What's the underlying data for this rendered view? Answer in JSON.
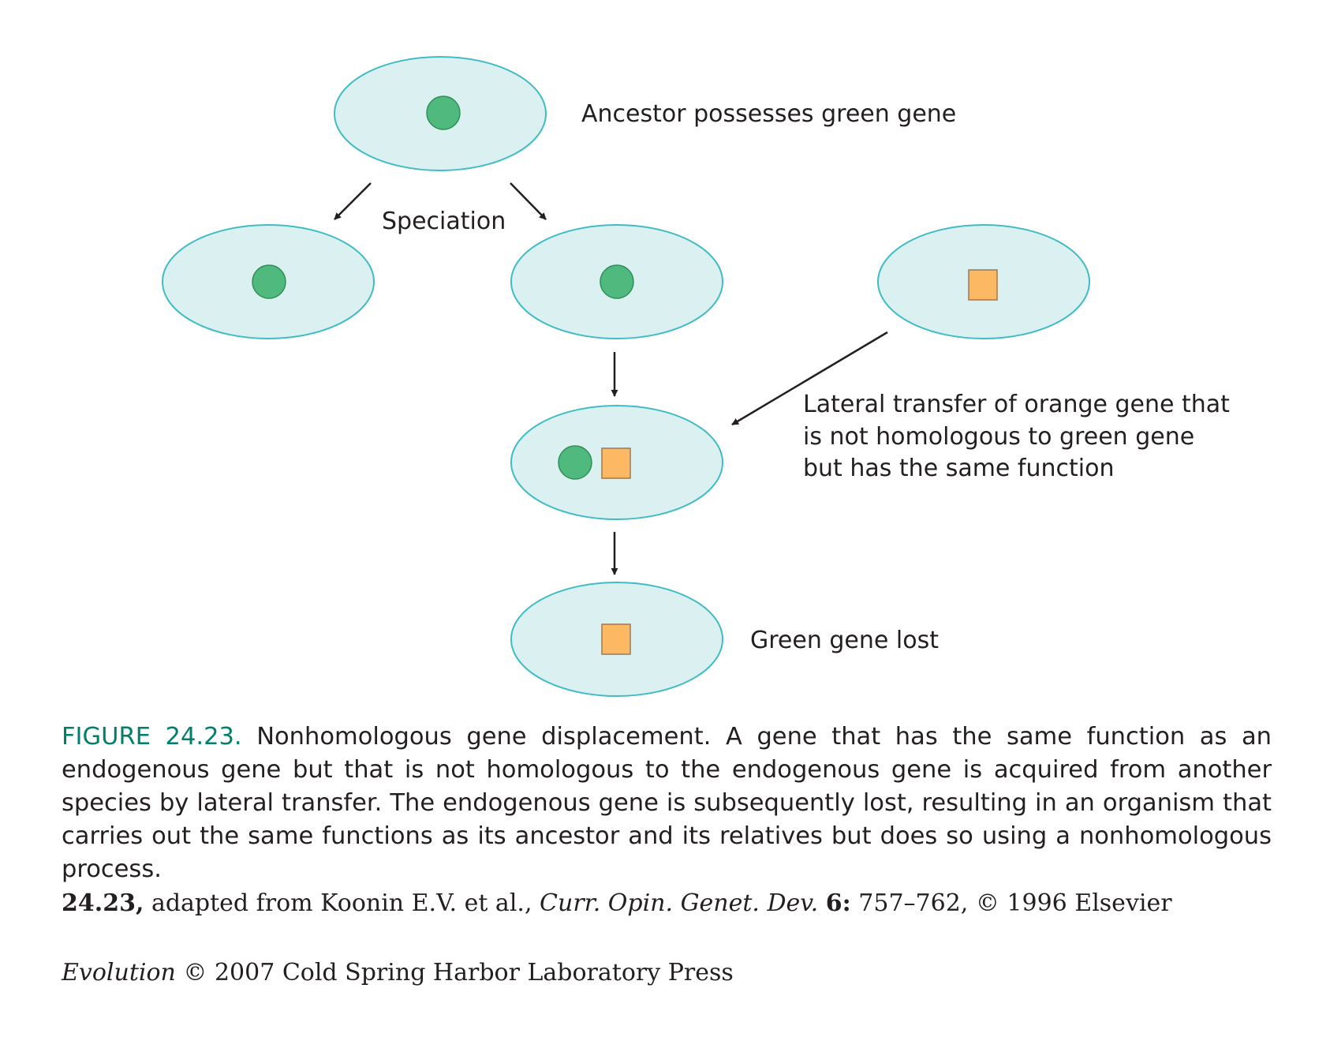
{
  "diagram": {
    "labels": {
      "ancestor": "Ancestor possesses green gene",
      "speciation": "Speciation",
      "lateral_line1": "Lateral transfer of orange gene that",
      "lateral_line2": "is not homologous to green gene",
      "lateral_line3": "but has the same function",
      "lost": "Green gene lost"
    },
    "colors": {
      "cell_fill": "#dbf0f1",
      "cell_stroke": "#3fbcc4",
      "green_gene": "#50b97d",
      "green_gene_stroke": "#2f8f5a",
      "orange_gene": "#fdb863",
      "orange_gene_stroke": "#9a7a55",
      "arrow": "#231f20"
    }
  },
  "caption": {
    "figure_label": "FIGURE 24.23.",
    "text": "Nonhomologous gene displacement. A gene that has the same function as an endogenous gene but that is not homologous to the endogenous gene is acquired from another species by lateral transfer. The endogenous gene is subsequently lost, resulting in an organism that carries out the same functions as its ancestor and its relatives but does so using a nonhomologous process."
  },
  "credit": {
    "fig_number": "24.23,",
    "adapted": "adapted from Koonin E.V. et al.,",
    "journal": "Curr. Opin. Genet. Dev.",
    "volume": "6:",
    "rest": "757–762, © 1996 Elsevier"
  },
  "copyright": {
    "title": "Evolution",
    "rest": "© 2007 Cold Spring Harbor Laboratory Press"
  }
}
